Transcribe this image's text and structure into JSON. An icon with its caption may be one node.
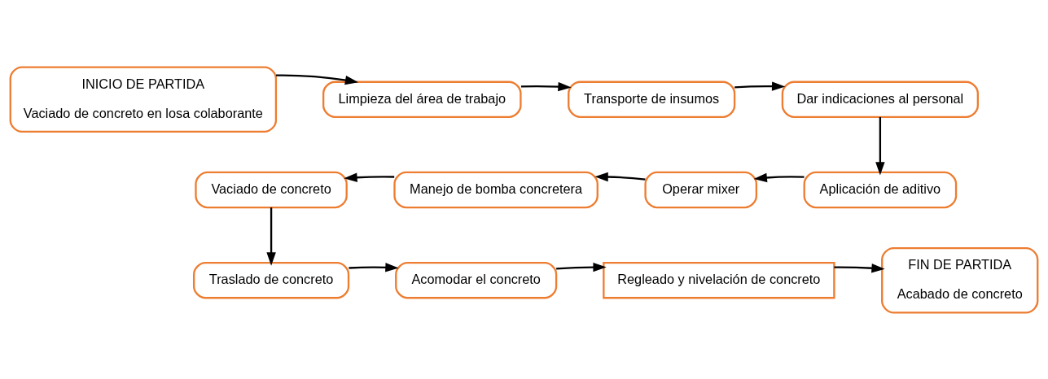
{
  "diagram": {
    "nodes": [
      {
        "text": [
          "INICIO DE PARTIDA",
          "Vaciado de concreto en losa colaborante"
        ]
      },
      {
        "text": [
          "Limpieza del área de trabajo"
        ]
      },
      {
        "text": [
          "Transporte de insumos"
        ]
      },
      {
        "text": [
          "Dar indicaciones al personal"
        ]
      },
      {
        "text": [
          "Aplicación de aditivo"
        ]
      },
      {
        "text": [
          "Operar mixer"
        ]
      },
      {
        "text": [
          "Manejo de bomba concretera"
        ]
      },
      {
        "text": [
          "Vaciado de concreto"
        ]
      },
      {
        "text": [
          "Traslado de concreto"
        ]
      },
      {
        "text": [
          "Acomodar el concreto"
        ]
      },
      {
        "text": [
          "Regleado y nivelación de concreto"
        ]
      },
      {
        "text": [
          "FIN DE PARTIDA",
          "Acabado de concreto"
        ]
      }
    ],
    "edges": [
      {
        "from": 0,
        "to": 1,
        "arrow": "to"
      },
      {
        "from": 1,
        "to": 2,
        "arrow": "to"
      },
      {
        "from": 2,
        "to": 3,
        "arrow": "to"
      },
      {
        "from": 3,
        "to": 4,
        "arrow": "to"
      },
      {
        "from": 4,
        "to": 5,
        "arrow": "to"
      },
      {
        "from": 5,
        "to": 6,
        "arrow": "to"
      },
      {
        "from": 6,
        "to": 7,
        "arrow": "to"
      },
      {
        "from": 7,
        "to": 8,
        "arrow": "to"
      },
      {
        "from": 8,
        "to": 9,
        "arrow": "to"
      },
      {
        "from": 9,
        "to": 10,
        "arrow": "to"
      },
      {
        "from": 10,
        "to": 11,
        "arrow": "to"
      }
    ]
  }
}
